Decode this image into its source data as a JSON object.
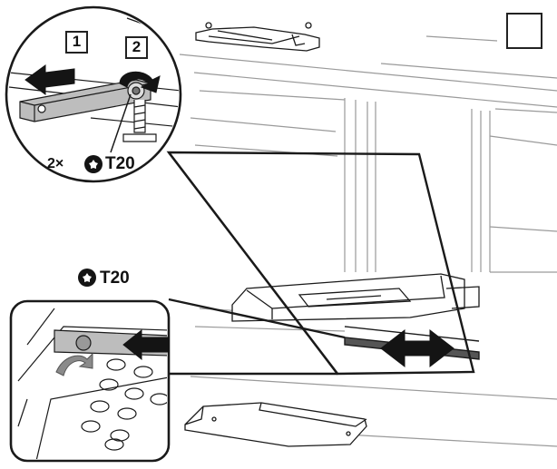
{
  "steps": {
    "step1": "1",
    "step2": "2"
  },
  "screw_callout": {
    "quantity": "2×",
    "tool": "T20"
  },
  "tool_label": {
    "tool": "T20"
  },
  "icons": {
    "torx": "torx-icon",
    "arrow_left": "arrow-left-icon",
    "rotate": "rotate-arrow-icon",
    "double_arrow": "double-arrow-icon"
  },
  "colors": {
    "line": "#1a1a1a",
    "light_line": "#9a9a9a",
    "dark_arrow": "#141414",
    "gray_arrow": "#8a8a8a"
  }
}
